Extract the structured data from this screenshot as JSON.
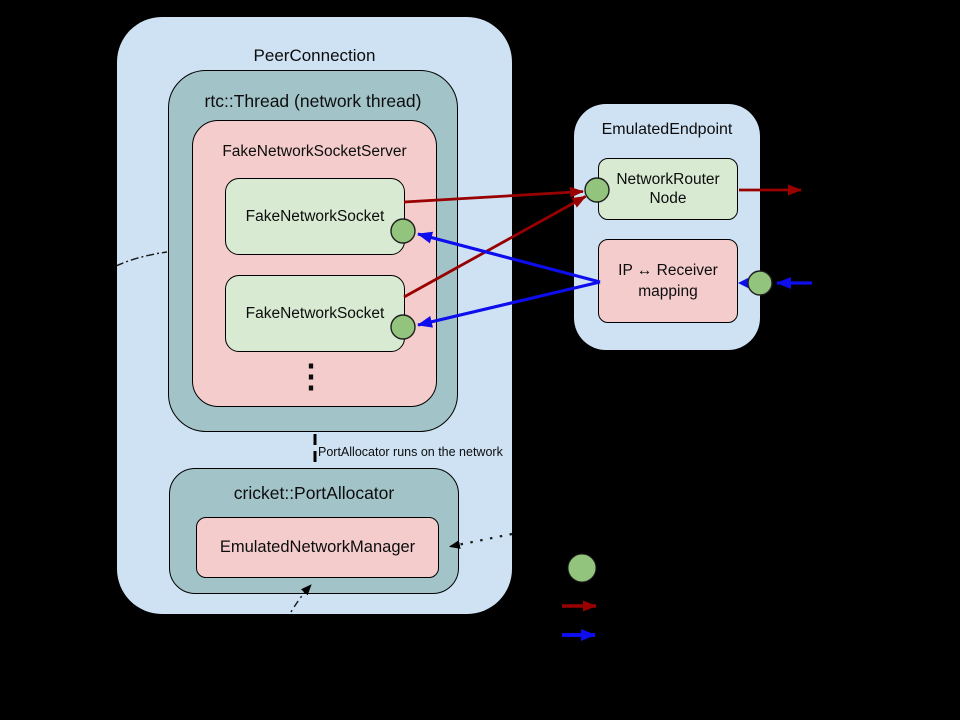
{
  "diagram": {
    "peer_connection": {
      "title": "PeerConnection"
    },
    "network_thread": {
      "title": "rtc::Thread (network thread)"
    },
    "socket_server": {
      "title": "FakeNetworkSocketServer",
      "ellipsis": "⋮"
    },
    "sockets": [
      {
        "label": "FakeNetworkSocket"
      },
      {
        "label": "FakeNetworkSocket"
      }
    ],
    "port_allocator": {
      "title": "cricket::PortAllocator"
    },
    "network_manager": {
      "label": "EmulatedNetworkManager"
    },
    "connector_note": "PortAllocator runs on the network",
    "emulated_endpoint": {
      "title": "EmulatedEndpoint"
    },
    "network_router": {
      "line1": "NetworkRouter",
      "line2": "Node"
    },
    "ip_mapping": {
      "line1": "IP ↔ Receiver",
      "line2": "mapping"
    }
  },
  "colors": {
    "container_blue": "#cfe2f3",
    "thread_teal": "#a2c4c9",
    "server_pink": "#f4cccc",
    "socket_green": "#d9ead3",
    "binding_circle_green": "#93c47d",
    "outgoing_arrow_red": "#990000",
    "incoming_arrow_blue": "#0d0dee",
    "connector_black": "#000000"
  }
}
